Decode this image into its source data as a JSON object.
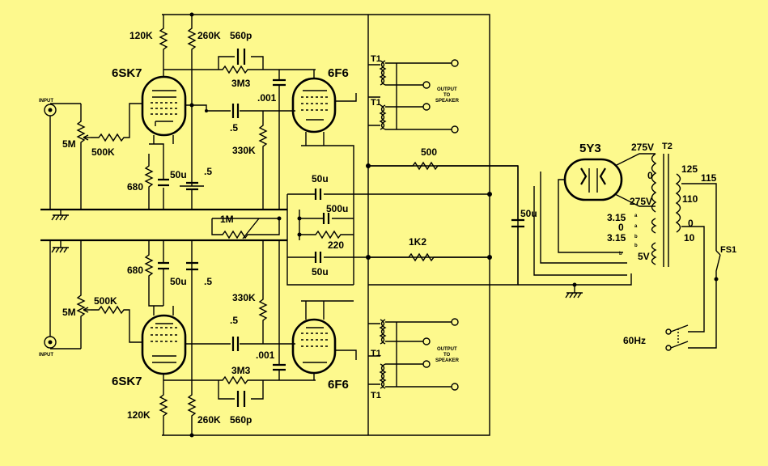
{
  "labels": {
    "tubes": {
      "v1": "6SK7",
      "v2": "6F6",
      "v3": "6SK7",
      "v4": "6F6",
      "rect": "5Y3"
    },
    "resistors": {
      "r120k_top": "120K",
      "r260k_top": "260K",
      "r3m3_top": "3M3",
      "r330k_top": "330K",
      "r5m_top": "5M",
      "r500k_top": "500K",
      "r680_top": "680",
      "r1m": "1M",
      "r220": "220",
      "r500": "500",
      "r1k2": "1K2",
      "r680_bot": "680",
      "r500k_bot": "500K",
      "r5m_bot": "5M",
      "r330k_bot": "330K",
      "r3m3_bot": "3M3",
      "r120k_bot": "120K",
      "r260k_bot": "260K"
    },
    "capacitors": {
      "c560p_top": "560p",
      "c001_top": ".001",
      "c05_top_coupling": ".5",
      "c50u_top_cath": "50u",
      "c05_top_screen": ".5",
      "c50u_mid1": "50u",
      "c500u": "500u",
      "c50u_mid2": "50u",
      "c50u_filter": "50u",
      "c680_bot_cap": "50u",
      "c05_bot_screen": ".5",
      "c05_bot_coupling": ".5",
      "c001_bot": ".001",
      "c560p_bot": "560p"
    },
    "io": {
      "input_top": "INPUT",
      "input_bot": "INPUT",
      "output_top_l1": "OUTPUT",
      "output_top_l2": "TO",
      "output_top_l3": "SPEAKER",
      "output_bot_l1": "OUTPUT",
      "output_bot_l2": "TO",
      "output_bot_l3": "SPEAKER"
    },
    "transformers": {
      "t1_a": "T1",
      "t1_b": "T1",
      "t1_c": "T1",
      "t1_d": "T1",
      "t2": "T2"
    },
    "power": {
      "v275_top": "275V",
      "v275_bot": "275V",
      "tap0": "0",
      "v315_a": "3.15",
      "v0_mid": "0",
      "v315_b": "3.15",
      "v5": "5V",
      "tap125": "125",
      "tap115": "115",
      "tap110": "110",
      "tap0_pri": "0",
      "tap10": "10",
      "fuse": "FS1",
      "mains": "60Hz",
      "pin_a1": "a",
      "pin_a2": "a",
      "pin_b1": "b",
      "pin_b2": "b",
      "pin_b3": "b"
    }
  }
}
